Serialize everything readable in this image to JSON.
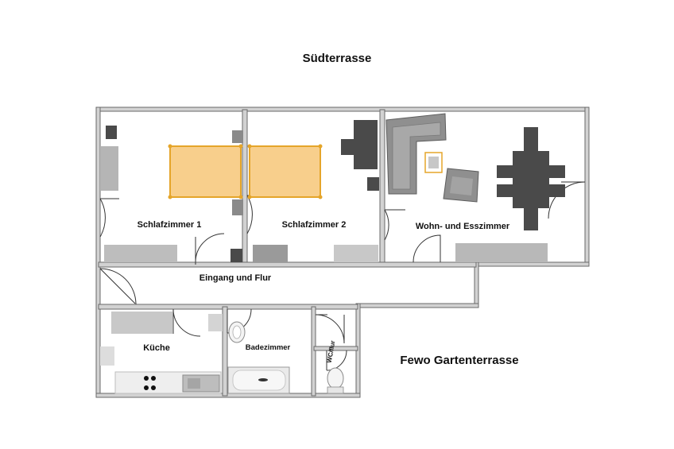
{
  "top_label": "Südterrasse",
  "title": "Fewo Gartenterrasse",
  "rooms": {
    "schlafzimmer1": "Schlafzimmer 1",
    "schlafzimmer2": "Schlafzimmer 2",
    "wohnzimmer": "Wohn- und Esszimmer",
    "flur": "Eingang und Flur",
    "kueche": "Küche",
    "bad": "Badezimmer",
    "wc": "WC/flur"
  },
  "colors": {
    "wall": "#c8c8c8",
    "wall_outline": "#6a6a6a",
    "bed_fill": "#f8cf8c",
    "bed_stroke": "#e5a52a",
    "dark_furniture": "#4a4a4a",
    "sofa": "#8f8f8f",
    "light_furniture": "#b8b8b8"
  }
}
